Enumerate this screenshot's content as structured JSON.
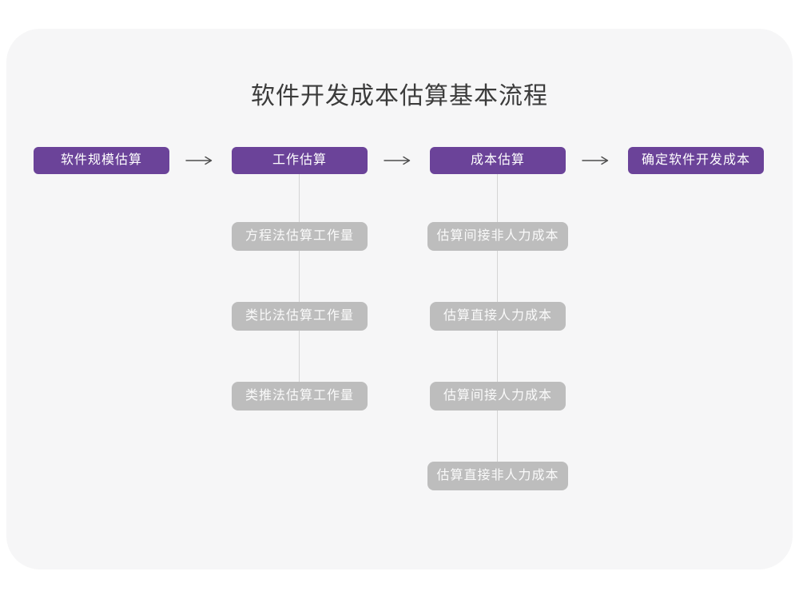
{
  "page": {
    "title": "软件开发成本估算基本流程"
  },
  "colors": {
    "canvas": "#ffffff",
    "card": "#f6f6f7",
    "primary": "#6b4399",
    "secondary": "#bdbdbd",
    "connector": "#d4d4d4",
    "arrow": "#4d4d4d",
    "title_text": "#3b3b3b",
    "box_text": "#ffffff"
  },
  "flow": {
    "steps": [
      {
        "label": "软件规模估算"
      },
      {
        "label": "工作估算"
      },
      {
        "label": "成本估算"
      },
      {
        "label": "确定软件开发成本"
      }
    ],
    "work_substeps": [
      {
        "label": "方程法估算工作量"
      },
      {
        "label": "类比法估算工作量"
      },
      {
        "label": "类推法估算工作量"
      }
    ],
    "cost_substeps": [
      {
        "label": "估算间接非人力成本"
      },
      {
        "label": "估算直接人力成本"
      },
      {
        "label": "估算间接人力成本"
      },
      {
        "label": "估算直接非人力成本"
      }
    ]
  }
}
